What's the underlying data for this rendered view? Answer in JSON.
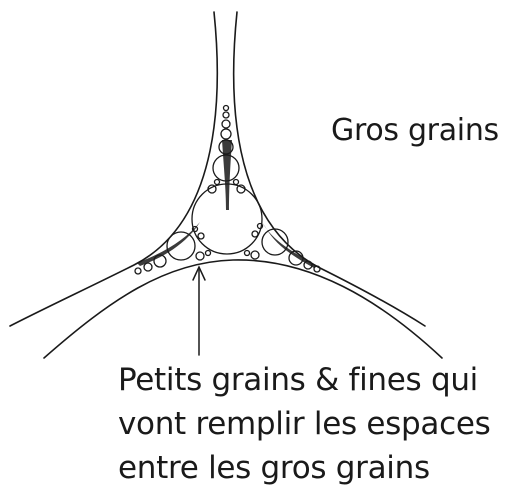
{
  "labels": {
    "large_grains": "Gros grains",
    "fine_grains_lines": [
      "Petits grains & fines qui",
      "vont remplir les espaces",
      "entre les gros grains"
    ]
  },
  "colors": {
    "ink": "#1a1a1a",
    "background": "#ffffff"
  }
}
